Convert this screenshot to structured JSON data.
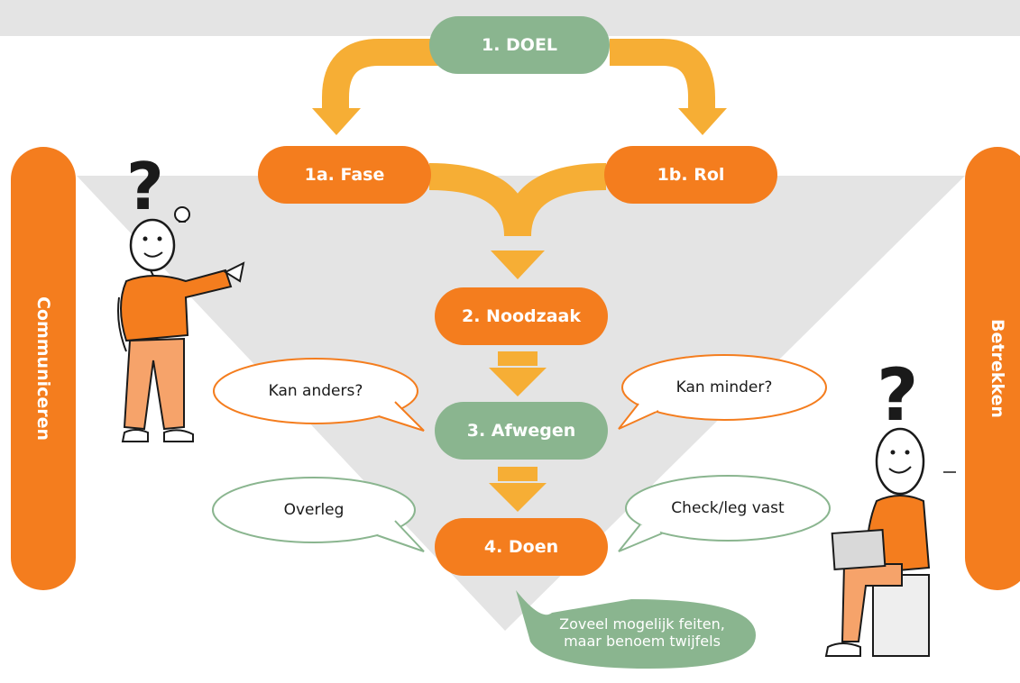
{
  "steps": {
    "doel": "1. DOEL",
    "fase": "1a. Fase",
    "rol": "1b. Rol",
    "noodzaak": "2. Noodzaak",
    "afwegen": "3. Afwegen",
    "doen": "4. Doen"
  },
  "side_labels": {
    "left": "Communiceren",
    "right": "Betrekken"
  },
  "bubbles": {
    "kan_anders": "Kan anders?",
    "kan_minder": "Kan minder?",
    "overleg": "Overleg",
    "check": "Check/leg vast",
    "feiten_line1": "Zoveel mogelijk feiten,",
    "feiten_line2": "maar benoem twijfels"
  },
  "colors": {
    "orange": "#f47d1e",
    "green": "#8ab58f",
    "arrow_yellow": "#f6ae35",
    "funnel_gray": "#e4e4e4",
    "banner_gray": "#e4e4e4"
  }
}
